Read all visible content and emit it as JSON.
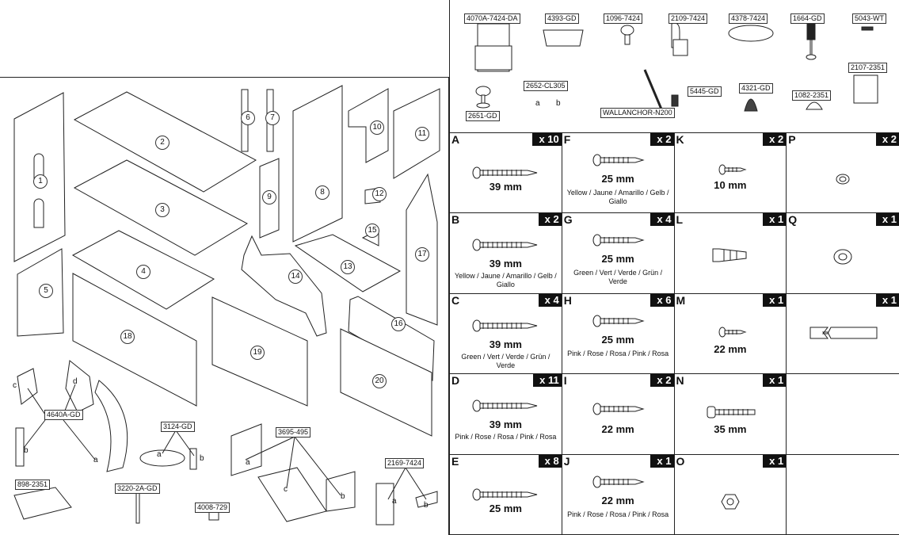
{
  "accessories": [
    {
      "code": "4070A-7424-DA"
    },
    {
      "code": "4393-GD"
    },
    {
      "code": "1096-7424"
    },
    {
      "code": "2109-7424"
    },
    {
      "code": "4378-7424"
    },
    {
      "code": "1664-GD"
    },
    {
      "code": "5043-WT"
    },
    {
      "code": "2107-2351"
    },
    {
      "code": "2652-CL305"
    },
    {
      "code": "2651-GD"
    },
    {
      "code": "WALLANCHOR-N200"
    },
    {
      "code": "5445-GD"
    },
    {
      "code": "4321-GD"
    },
    {
      "code": "1082-2351"
    }
  ],
  "accessory_sublabels": {
    "a": "a",
    "b": "b"
  },
  "panels": [
    "1",
    "2",
    "3",
    "4",
    "5",
    "6",
    "7",
    "8",
    "9",
    "10",
    "11",
    "12",
    "13",
    "14",
    "15",
    "16",
    "17",
    "18",
    "19",
    "20"
  ],
  "left_labels": {
    "stair": "4640A-GD",
    "stair_a": "a",
    "stair_b": "b",
    "stair_c": "c",
    "stair_d": "d",
    "table": "3124-GD",
    "table_a": "a",
    "table_b": "b",
    "bed": "3695-495",
    "bed_a": "a",
    "bed_b": "b",
    "bed_c": "c",
    "mirror": "2169-7424",
    "mirror_a": "a",
    "mirror_b": "b",
    "sofa": "898-2351",
    "lamp": "3220-2A-GD",
    "box": "4008-729"
  },
  "hardware": [
    {
      "letter": "A",
      "qty": "x 10",
      "length": "39 mm",
      "color": ""
    },
    {
      "letter": "F",
      "qty": "x 2",
      "length": "25 mm",
      "color": "Yellow / Jaune / Amarillo / Gelb / Giallo"
    },
    {
      "letter": "K",
      "qty": "x 2",
      "length": "10 mm",
      "color": ""
    },
    {
      "letter": "P",
      "qty": "x 2",
      "length": "",
      "color": ""
    },
    {
      "letter": "B",
      "qty": "x 2",
      "length": "39 mm",
      "color": "Yellow / Jaune / Amarillo / Gelb / Giallo"
    },
    {
      "letter": "G",
      "qty": "x 4",
      "length": "25 mm",
      "color": "Green / Vert / Verde / Grün / Verde"
    },
    {
      "letter": "L",
      "qty": "x 1",
      "length": "",
      "color": ""
    },
    {
      "letter": "Q",
      "qty": "x 1",
      "length": "",
      "color": ""
    },
    {
      "letter": "C",
      "qty": "x 4",
      "length": "39 mm",
      "color": "Green / Vert / Verde / Grün / Verde"
    },
    {
      "letter": "H",
      "qty": "x 6",
      "length": "25 mm",
      "color": "Pink / Rose / Rosa / Pink / Rosa"
    },
    {
      "letter": "M",
      "qty": "x 1",
      "length": "22 mm",
      "color": ""
    },
    {
      "letter": "",
      "qty": "x 1",
      "length": "",
      "color": ""
    },
    {
      "letter": "D",
      "qty": "x 11",
      "length": "39 mm",
      "color": "Pink / Rose / Rosa / Pink / Rosa"
    },
    {
      "letter": "I",
      "qty": "x 2",
      "length": "22 mm",
      "color": ""
    },
    {
      "letter": "N",
      "qty": "x 1",
      "length": "35 mm",
      "color": ""
    },
    {
      "letter": "",
      "qty": "",
      "length": "",
      "color": ""
    },
    {
      "letter": "E",
      "qty": "x 8",
      "length": "25 mm",
      "color": ""
    },
    {
      "letter": "J",
      "qty": "x 1",
      "length": "22 mm",
      "color": "Pink / Rose / Rosa / Pink / Rosa"
    },
    {
      "letter": "O",
      "qty": "x 1",
      "length": "",
      "color": ""
    },
    {
      "letter": "",
      "qty": "",
      "length": "",
      "color": ""
    }
  ]
}
